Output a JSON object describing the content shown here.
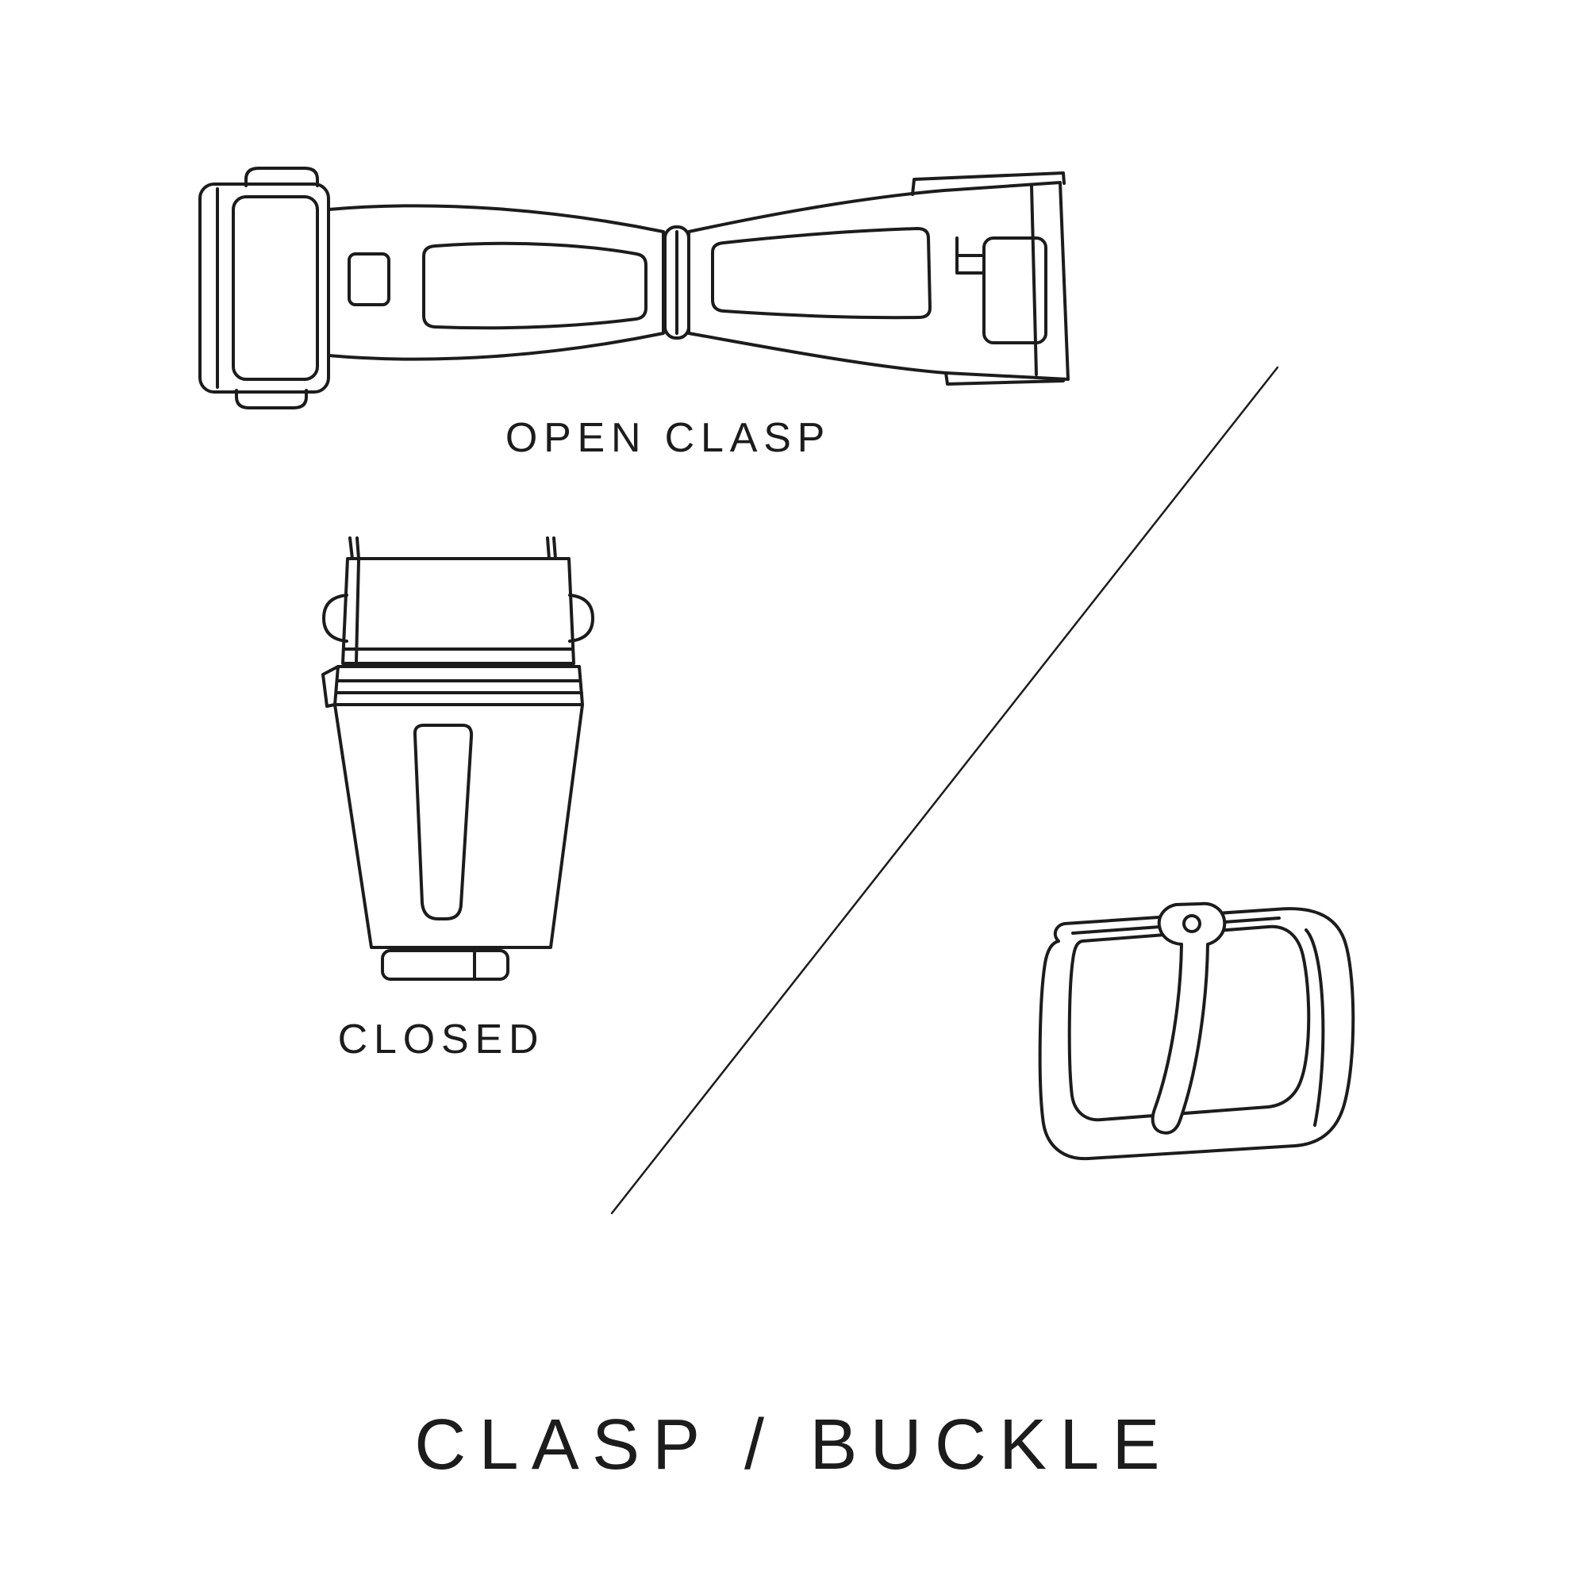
{
  "labels": {
    "open_clasp": "OPEN CLASP",
    "closed": "CLOSED",
    "title": "CLASP / BUCKLE"
  },
  "colors": {
    "background": "#ffffff",
    "line": "#1c1c1c",
    "text": "#1c1c1c"
  },
  "illustrations": {
    "open_clasp": "open-deployant-clasp-line-drawing",
    "closed_clasp": "closed-deployant-clasp-line-drawing",
    "buckle": "tang-buckle-line-drawing",
    "divider": "diagonal-divider-line"
  }
}
